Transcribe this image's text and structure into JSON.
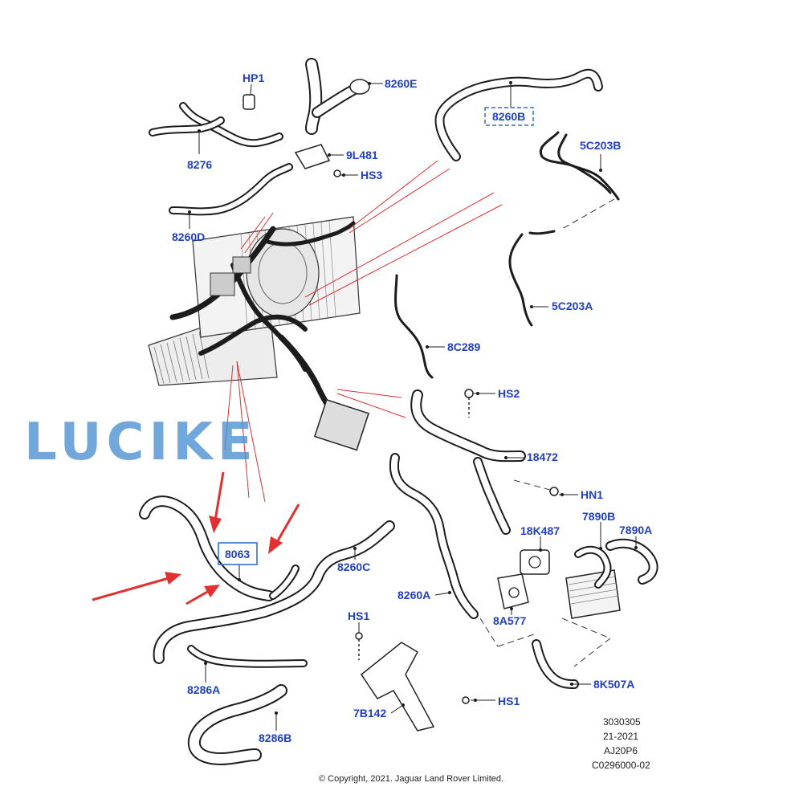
{
  "labels": {
    "hp1": "HP1",
    "p8260e": "8260E",
    "p8276": "8276",
    "p9l481": "9L481",
    "hs3": "HS3",
    "p8260d": "8260D",
    "p8260b": "8260B",
    "p5c203b": "5C203B",
    "p5c203a": "5C203A",
    "p8c289": "8C289",
    "hs2": "HS2",
    "p18472": "18472",
    "hn1": "HN1",
    "p7890b": "7890B",
    "p7890a": "7890A",
    "p18k487": "18K487",
    "p8063": "8063",
    "p8260c": "8260C",
    "p8260a": "8260A",
    "p8a577": "8A577",
    "hs1_top": "HS1",
    "hs1_right": "HS1",
    "p8286a": "8286A",
    "p8286b": "8286B",
    "p7b142": "7B142",
    "p8k507a": "8K507A"
  },
  "reference": {
    "line1": "3030305",
    "line2": "21-2021",
    "line3": "AJ20P6",
    "line4": "C0296000-02"
  },
  "copyright": "© Copyright, 2021. Jaguar Land Rover Limited.",
  "watermark": "LUCIKE",
  "colors": {
    "label": "#1f3fc4",
    "callout": "#e03030",
    "highlight_box": "#2f6fd6",
    "watermark": "#4a8fd0"
  }
}
